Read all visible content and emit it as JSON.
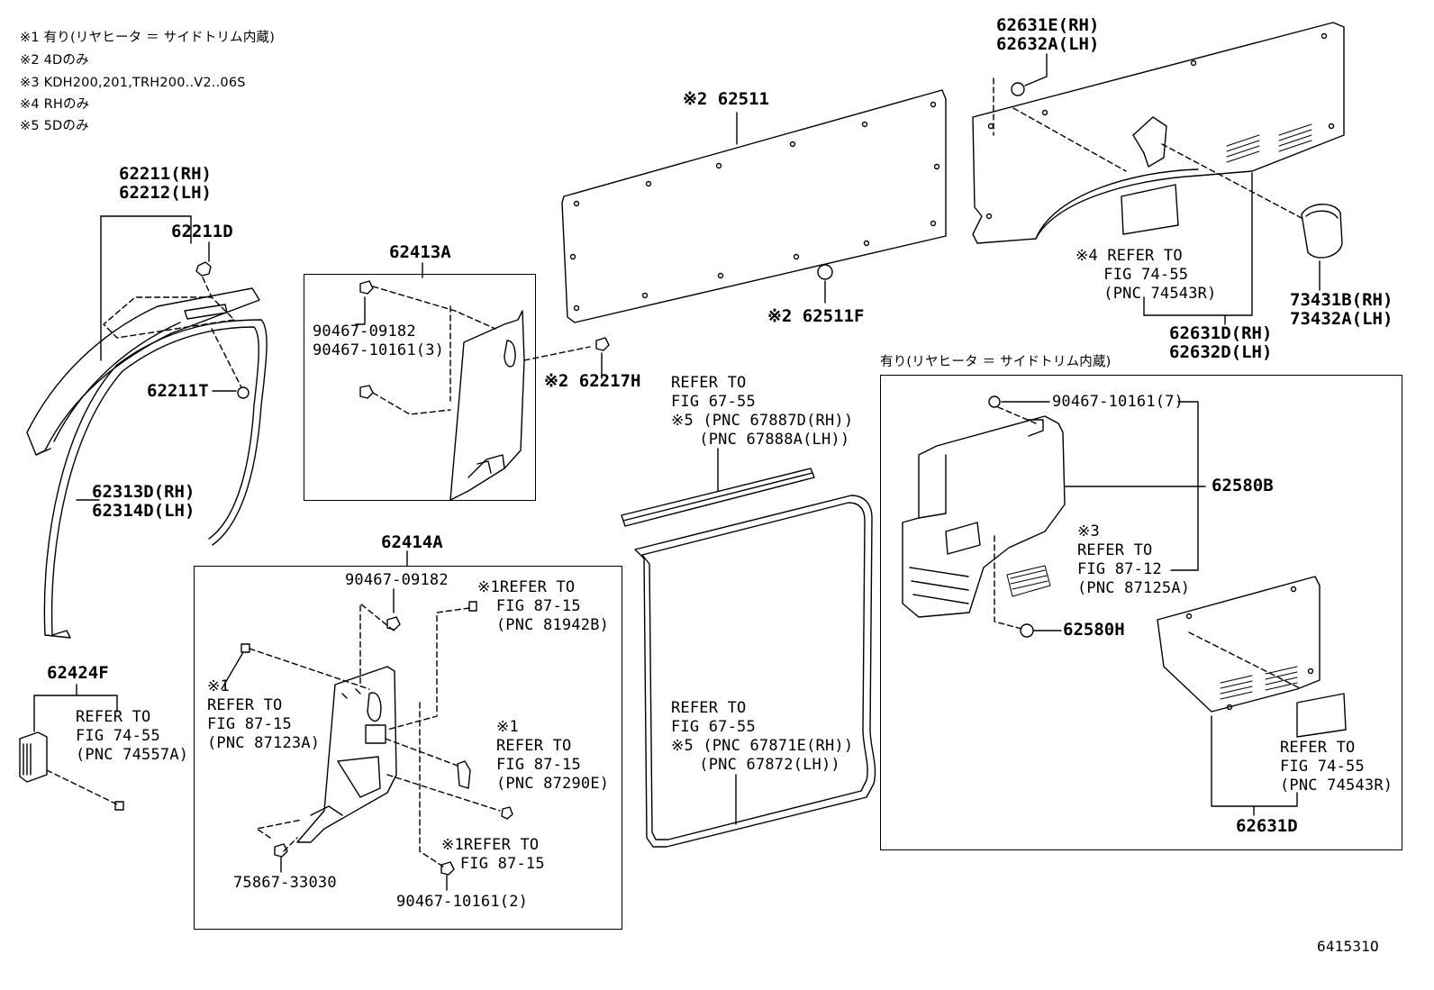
{
  "notes": [
    "※1 有り(リヤヒータ ＝ サイドトリム内蔵)",
    "※2 4Dのみ",
    "※3 KDH200,201,TRH200..V2..06S",
    "※4 RHのみ",
    "※5 5Dのみ"
  ],
  "group_caption": "有り(リヤヒータ ＝ サイドトリム内蔵)",
  "figure_id": "641531O",
  "labels": {
    "p62211": "62211(RH)\n62212(LH)",
    "p62211D": "62211D",
    "p62211T": "62211T",
    "p62313D": "62313D(RH)\n62314D(LH)",
    "p62424F": "62424F",
    "ref_74557A": "REFER TO\nFIG 74-55\n(PNC 74557A)",
    "p62413A": "62413A",
    "clips_413": "90467-09182\n90467-10161(3)",
    "p62217H": "※2 62217H",
    "p62414A": "62414A",
    "clip_414_top": "90467-09182",
    "ref_81942B": "※1REFER TO\n  FIG 87-15\n  (PNC 81942B)",
    "ref_87123A": "※1\nREFER TO\nFIG 87-15\n(PNC 87123A)",
    "ref_87290E": "※1\nREFER TO\nFIG 87-15\n(PNC 87290E)",
    "ref_8715_b": "※1REFER TO\n  FIG 87-15",
    "p75867": "75867-33030",
    "clip_414_bot": "90467-10161(2)",
    "p62511": "※2 62511",
    "p62511F": "※2 62511F",
    "ref_67887D": "REFER TO\nFIG 67-55\n※5 (PNC 67887D(RH))\n   (PNC 67888A(LH))",
    "ref_67871E": "REFER TO\nFIG 67-55\n※5 (PNC 67871E(RH))\n   (PNC 67872(LH))",
    "p62631E": "62631E(RH)\n62632A(LH)",
    "ref_74543R_a": "※4 REFER TO\n   FIG 74-55\n   (PNC 74543R)",
    "p62631D": "62631D(RH)\n62632D(LH)",
    "p73431B": "73431B(RH)\n73432A(LH)",
    "clip_580": "90467-10161(7)",
    "p62580B": "62580B",
    "ref_87125A": "※3\nREFER TO\nFIG 87-12\n(PNC 87125A)",
    "p62580H": "62580H",
    "ref_74543R_b": "REFER TO\nFIG 74-55\n(PNC 74543R)",
    "p62631D_b": "62631D"
  }
}
